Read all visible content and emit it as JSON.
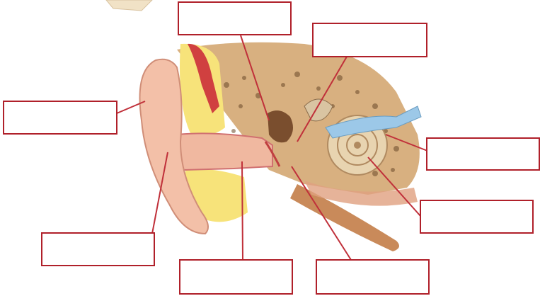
{
  "diagram": {
    "subject": "ear-anatomy",
    "colors": {
      "label_border": "#b0202a",
      "leader_line": "#c0303a",
      "skin": "#f0b8a0",
      "bone": "#d8b080",
      "fat": "#f7e37a",
      "cochlea": "#e8d4b0",
      "nerve": "#9cc8e8",
      "muscle": "#d04040"
    },
    "labels": [
      {
        "id": "top-center",
        "text": ""
      },
      {
        "id": "top-right",
        "text": ""
      },
      {
        "id": "left",
        "text": ""
      },
      {
        "id": "right-upper",
        "text": ""
      },
      {
        "id": "right-lower",
        "text": ""
      },
      {
        "id": "bottom-left",
        "text": ""
      },
      {
        "id": "bottom-center",
        "text": ""
      },
      {
        "id": "bottom-right",
        "text": ""
      }
    ]
  }
}
